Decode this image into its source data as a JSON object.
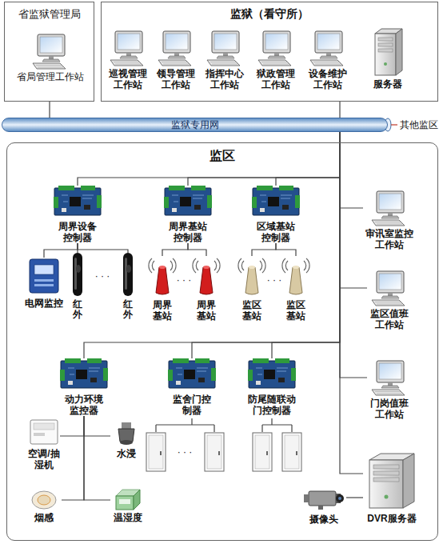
{
  "diagram": {
    "nodes": [
      {
        "text": [
          "省监狱管理局"
        ]
      },
      {
        "text": [
          "省局管理工作站"
        ],
        "in": 0
      },
      {
        "text": [
          "监狱（看守所）"
        ]
      },
      {
        "text": [
          "巡视管理工作站"
        ],
        "in": 2
      },
      {
        "text": [
          "领导管理工作站"
        ],
        "in": 2
      },
      {
        "text": [
          "指挥中心工作站"
        ],
        "in": 2
      },
      {
        "text": [
          "狱政管理工作站"
        ],
        "in": 2
      },
      {
        "text": [
          "设备维护工作站"
        ],
        "in": 2
      },
      {
        "text": [
          "服务器"
        ],
        "in": 2
      },
      {
        "text": [
          "监狱专用网"
        ]
      },
      {
        "text": [
          "监区"
        ]
      },
      {
        "text": [
          "周界设备控制器"
        ],
        "in": 10
      },
      {
        "text": [
          "周界基站控制器"
        ],
        "in": 10
      },
      {
        "text": [
          "区域基站控制器"
        ],
        "in": 10
      },
      {
        "text": [
          "电网监控"
        ],
        "in": 10
      },
      {
        "text": [
          "红外"
        ],
        "in": 10
      },
      {
        "text": [
          "红外"
        ],
        "in": 10
      },
      {
        "text": [
          "周界基站"
        ],
        "in": 10
      },
      {
        "text": [
          "周界基站"
        ],
        "in": 10
      },
      {
        "text": [
          "监区基站"
        ],
        "in": 10
      },
      {
        "text": [
          "监区基站"
        ],
        "in": 10
      },
      {
        "text": [
          "审讯室监控工作站"
        ],
        "in": 10
      },
      {
        "text": [
          "监区值班工作站"
        ],
        "in": 10
      },
      {
        "text": [
          "动力环境监控器"
        ],
        "in": 10
      },
      {
        "text": [
          "监舍门控制器"
        ],
        "in": 10
      },
      {
        "text": [
          "防尾随联动门控制器"
        ],
        "in": 10
      },
      {
        "text": [
          "门岗值班工作站"
        ],
        "in": 10
      },
      {
        "text": [
          "空调/抽湿机"
        ],
        "in": 10
      },
      {
        "text": [
          "水浸"
        ],
        "in": 10
      },
      {
        "text": [
          "烟感"
        ],
        "in": 10
      },
      {
        "text": [
          "温湿度"
        ],
        "in": 10
      },
      {
        "text": [
          "摄像头"
        ],
        "in": 10
      },
      {
        "text": [
          "DVR服务器"
        ],
        "in": 10
      }
    ],
    "edges": [
      {
        "from": 0,
        "to": 9,
        "arrow": "none"
      },
      {
        "from": 2,
        "to": 9,
        "arrow": "none"
      },
      {
        "from": 9,
        "to": 11,
        "arrow": "none"
      },
      {
        "from": 9,
        "to": 12,
        "arrow": "none"
      },
      {
        "from": 9,
        "to": 13,
        "arrow": "none"
      },
      {
        "from": 9,
        "to": 21,
        "arrow": "none"
      },
      {
        "from": 9,
        "to": 22,
        "arrow": "none"
      },
      {
        "from": 9,
        "to": 23,
        "arrow": "none"
      },
      {
        "from": 9,
        "to": 24,
        "arrow": "none"
      },
      {
        "from": 9,
        "to": 25,
        "arrow": "none"
      },
      {
        "from": 9,
        "to": 26,
        "arrow": "none"
      },
      {
        "from": 9,
        "to": 32,
        "arrow": "none"
      },
      {
        "from": 11,
        "to": 14,
        "arrow": "none"
      },
      {
        "from": 11,
        "to": 15,
        "arrow": "none"
      },
      {
        "from": 11,
        "to": 16,
        "arrow": "none"
      },
      {
        "from": 12,
        "to": 17,
        "arrow": "none"
      },
      {
        "from": 12,
        "to": 18,
        "arrow": "none"
      },
      {
        "from": 13,
        "to": 19,
        "arrow": "none"
      },
      {
        "from": 13,
        "to": 20,
        "arrow": "none"
      },
      {
        "from": 23,
        "to": 27,
        "arrow": "none"
      },
      {
        "from": 23,
        "to": 28,
        "arrow": "none"
      },
      {
        "from": 23,
        "to": 29,
        "arrow": "none"
      },
      {
        "from": 23,
        "to": 30,
        "arrow": "none"
      },
      {
        "from": 31,
        "to": 32,
        "arrow": "none"
      }
    ],
    "labels": [
      "其他监区",
      "· · ·",
      "· · ·",
      "· · ·",
      "· · ·"
    ]
  }
}
